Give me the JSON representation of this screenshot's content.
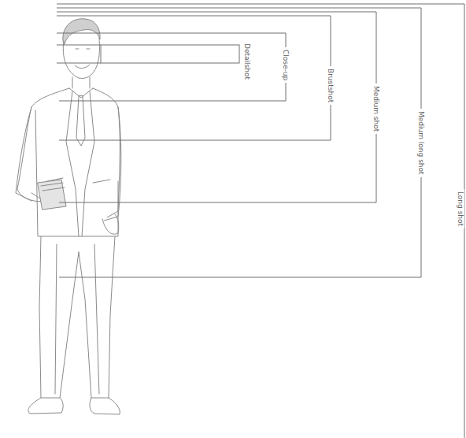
{
  "diagram": {
    "labels": [
      "Detailshot",
      "Close-up",
      "Brustshot",
      "Medium shot",
      "Medium long shot",
      "Long shot"
    ]
  }
}
